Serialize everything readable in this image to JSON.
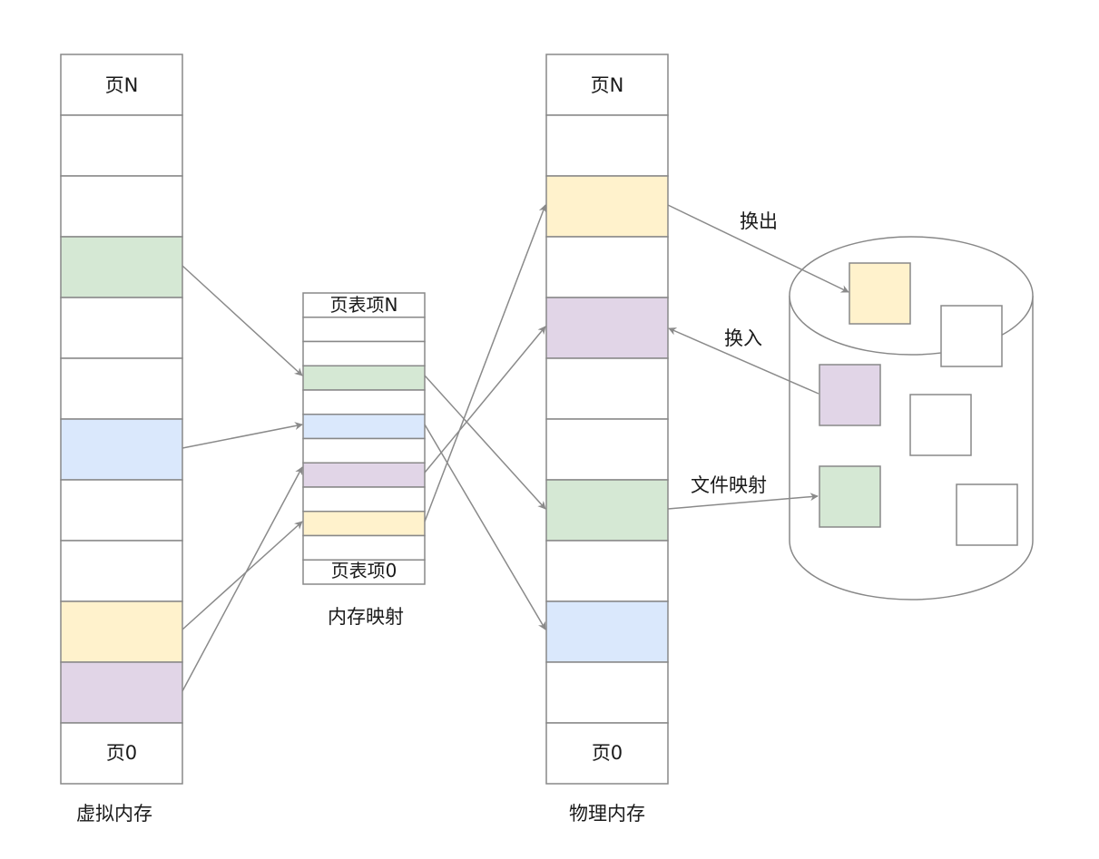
{
  "colors": {
    "green": "#d5e8d4",
    "blue": "#dae8fc",
    "yellow": "#fff2cc",
    "purple": "#e1d5e7",
    "white": "#ffffff",
    "stroke": "#888888",
    "arrow": "#8a8a8a"
  },
  "virtual_memory": {
    "caption": "虚拟内存",
    "top_label": "页N",
    "bottom_label": "页0",
    "cells": [
      "white",
      "white",
      "white",
      "green",
      "white",
      "white",
      "blue",
      "white",
      "white",
      "yellow",
      "purple",
      "white"
    ]
  },
  "page_table": {
    "caption": "内存映射",
    "top_label": "页表项N",
    "bottom_label": "页表项0",
    "cells": [
      "white",
      "white",
      "white",
      "green",
      "white",
      "blue",
      "white",
      "purple",
      "white",
      "yellow",
      "white",
      "white"
    ]
  },
  "physical_memory": {
    "caption": "物理内存",
    "top_label": "页N",
    "bottom_label": "页0",
    "cells": [
      "white",
      "white",
      "yellow",
      "white",
      "purple",
      "white",
      "white",
      "green",
      "white",
      "blue",
      "white",
      "white"
    ]
  },
  "disk": {
    "blocks": [
      "yellow",
      "white",
      "purple",
      "white",
      "green",
      "white"
    ]
  },
  "labels": {
    "swap_out": "换出",
    "swap_in": "换入",
    "file_mapping": "文件映射"
  }
}
